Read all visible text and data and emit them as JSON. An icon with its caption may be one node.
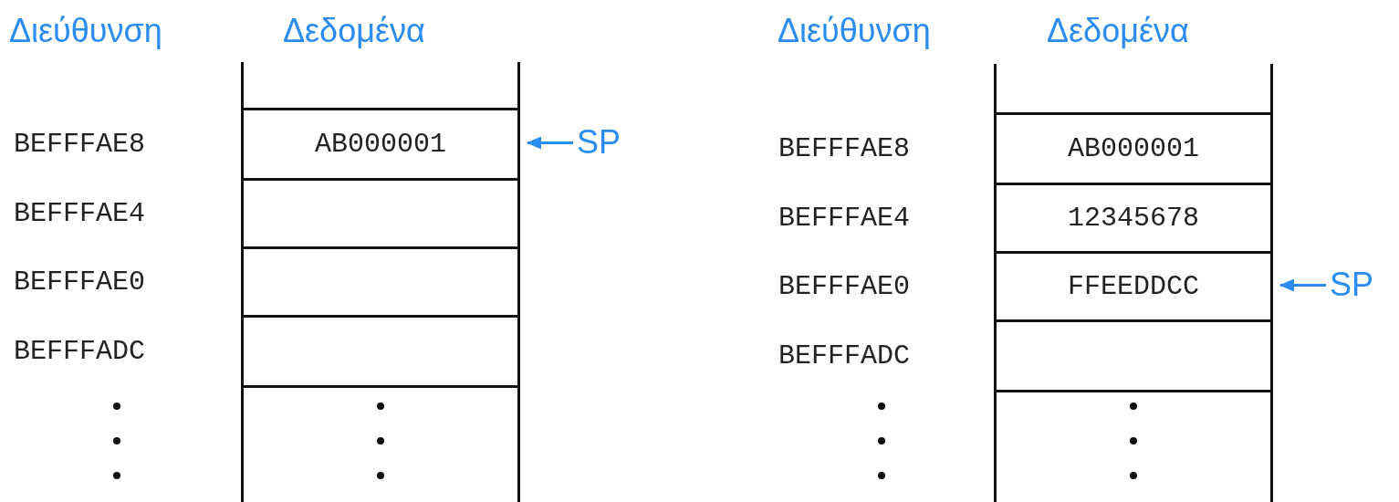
{
  "diagram": {
    "nodes": [
      {
        "text": [],
        "shape": "box"
      },
      {
        "text": [
          "AB000001"
        ],
        "beside": [
          "BEFFFAE8"
        ]
      },
      {
        "text": [],
        "shape": "box",
        "beside": [
          "BEFFFAE4"
        ]
      },
      {
        "text": [],
        "shape": "box",
        "beside": [
          "BEFFFAE0"
        ]
      },
      {
        "text": [],
        "shape": "box",
        "beside": [
          "BEFFFADC"
        ]
      },
      {
        "text": [],
        "shape": "box"
      },
      {
        "text": [
          "SP"
        ]
      },
      {
        "text": [],
        "shape": "box"
      },
      {
        "text": [
          "AB000001"
        ],
        "beside": [
          "BEFFFAE8"
        ]
      },
      {
        "text": [
          "12345678"
        ],
        "beside": [
          "BEFFFAE4"
        ]
      },
      {
        "text": [
          "FFEEDDCC"
        ],
        "beside": [
          "BEFFFAE0"
        ]
      },
      {
        "text": [],
        "shape": "box",
        "beside": [
          "BEFFFADC"
        ]
      },
      {
        "text": [],
        "shape": "box"
      },
      {
        "text": [
          "SP"
        ]
      }
    ],
    "edges": [
      {
        "from": 6,
        "to": 1,
        "arrow": "to"
      },
      {
        "from": 13,
        "to": 10,
        "arrow": "to"
      }
    ],
    "labels": [
      "Διεύθυνση",
      "Δεδομένα",
      "Διεύθυνση",
      "Δεδομένα"
    ]
  }
}
